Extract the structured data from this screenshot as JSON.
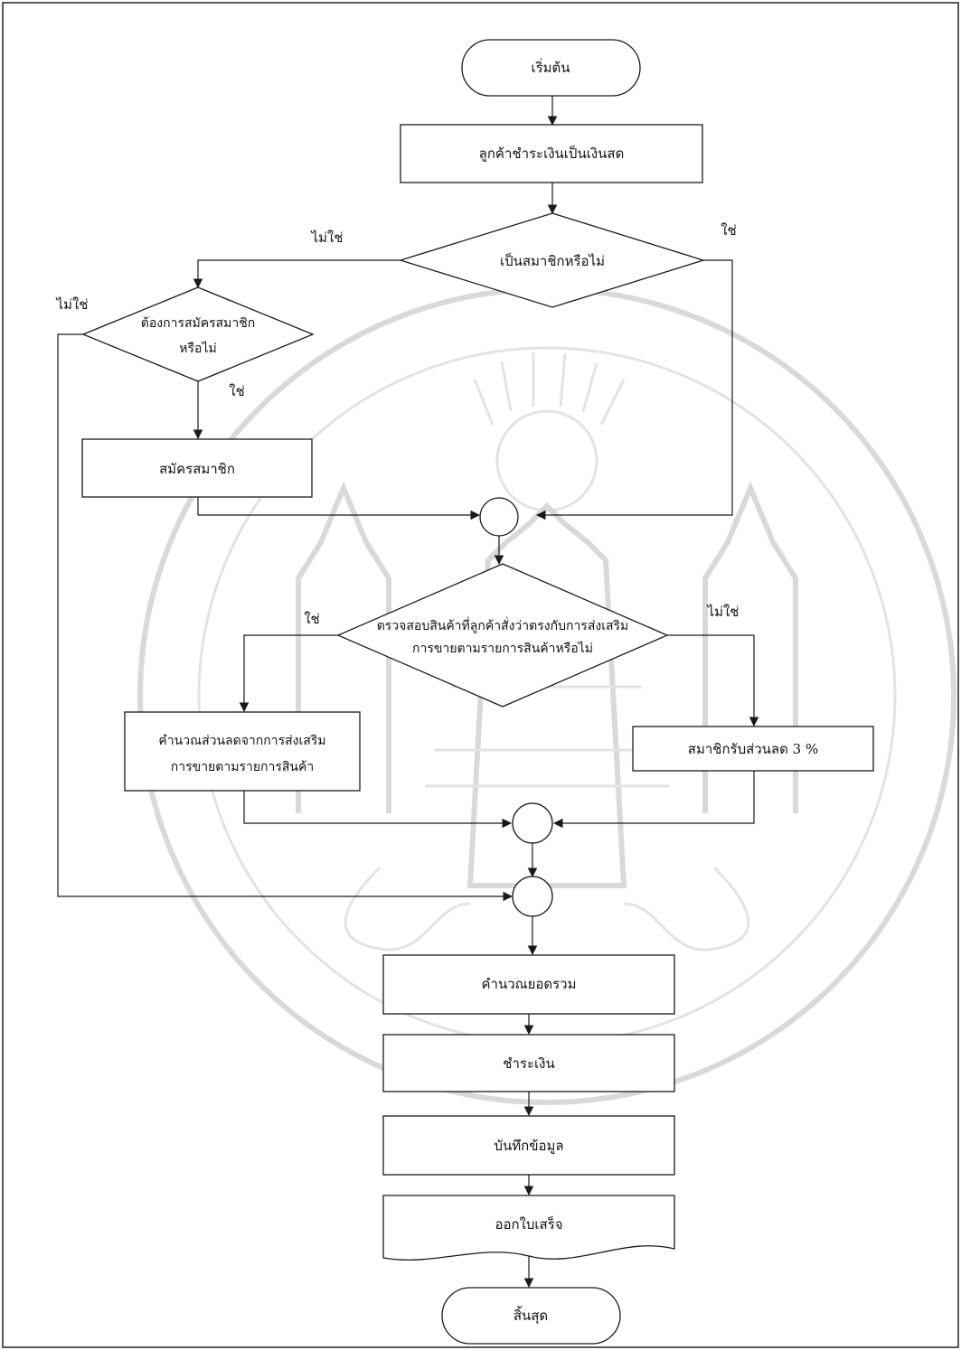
{
  "diagram": {
    "start": "เริ่มต้น",
    "cash_payment": "ลูกค้าชำระเงินเป็นเงินสด",
    "is_member_q": "เป็นสมาชิกหรือไม่",
    "want_register_q": [
      "ต้องการสมัครสมาชิก",
      "หรือไม่"
    ],
    "register": "สมัครสมาชิก",
    "promo_check_q": [
      "ตรวจสอบสินค้าที่ลูกค้าสั่งว่าตรงกับการส่งเสริม",
      "การขายตามรายการสินค้าหรือไม่"
    ],
    "promo_discount": [
      "คำนวณส่วนลดจากการส่งเสริม",
      "การขายตามรายการสินค้า"
    ],
    "member_discount": "สมาชิกรับส่วนลด 3 %",
    "calc_total": "คำนวณยอดรวม",
    "pay": "ชำระเงิน",
    "save_data": "บันทึกข้อมูล",
    "receipt": "ออกใบเสร็จ",
    "end": "สิ้นสุด",
    "labels": {
      "yes": "ใช่",
      "no": "ไม่ใช่"
    }
  },
  "colors": {
    "stroke": "#1a1a1a",
    "watermark": "#d9d9d9"
  }
}
